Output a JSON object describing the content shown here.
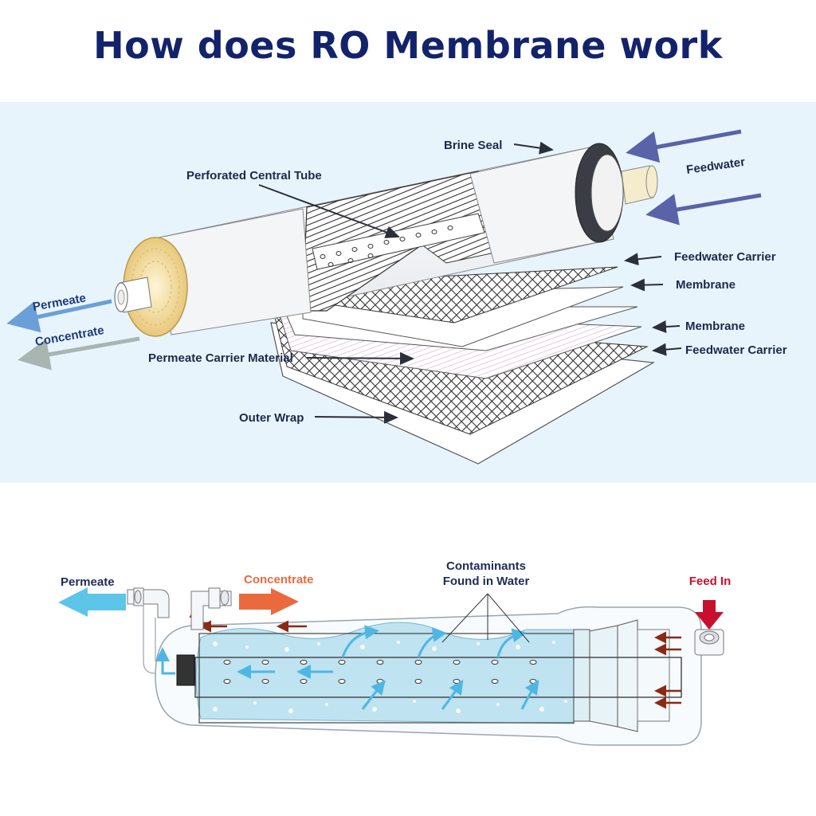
{
  "title": "How does RO Membrane work",
  "top_diagram": {
    "labels": {
      "brine_seal": "Brine Seal",
      "feedwater": "Feedwater",
      "perforated_tube": "Perforated Central Tube",
      "feedwater_carrier_1": "Feedwater Carrier",
      "membrane_1": "Membrane",
      "permeate": "Permeate",
      "concentrate": "Concentrate",
      "membrane_2": "Membrane",
      "feedwater_carrier_2": "Feedwater Carrier",
      "permeate_carrier": "Permeate Carrier Material",
      "outer_wrap": "Outer Wrap"
    }
  },
  "bottom_diagram": {
    "labels": {
      "permeate": "Permeate",
      "concentrate": "Concentrate",
      "contaminants_line1": "Contaminants",
      "contaminants_line2": "Found in Water",
      "feed_in": "Feed In"
    }
  },
  "colors": {
    "title": "#13236b",
    "panel_bg": "#e8f4fc",
    "label": "#1c2a4a",
    "permeate_arrow": "#5aaee0",
    "concentrate_arrow": "#e8643a",
    "feed_arrow": "#c8102e",
    "water": "#bfe3f0"
  }
}
